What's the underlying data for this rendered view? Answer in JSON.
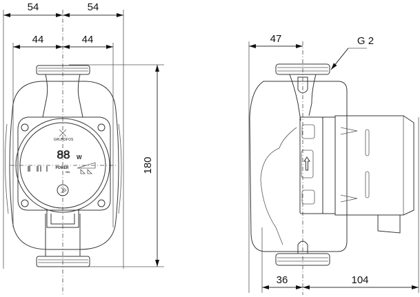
{
  "front_view": {
    "dim_outer_left": "54",
    "dim_outer_right": "54",
    "dim_inner_left": "44",
    "dim_inner_right": "44",
    "dim_height": "180",
    "display_value": "88",
    "display_unit": "W",
    "power_label": "POWER",
    "power_state": "ON",
    "brand": "GRUNDFOS"
  },
  "side_view": {
    "dim_top": "47",
    "thread_label": "G 2",
    "dim_bottom_left": "36",
    "dim_bottom_right": "104"
  }
}
